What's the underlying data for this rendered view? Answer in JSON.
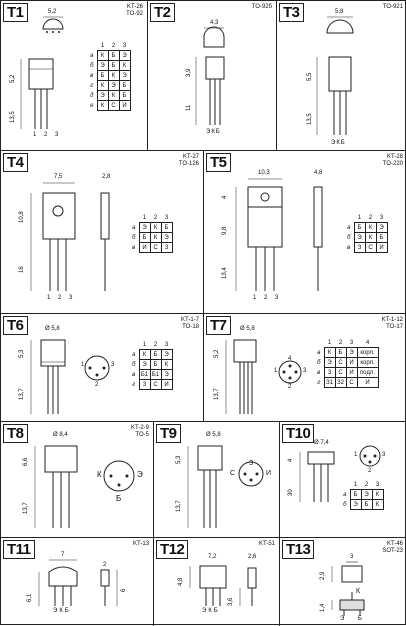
{
  "cells": {
    "t1": {
      "tag": "T1",
      "pkg1": "KT-26",
      "pkg2": "TO-92",
      "dim_w": "5,2",
      "dim_h1": "5,2",
      "dim_h2": "13,5",
      "pins": "1 2 3",
      "table": {
        "head": [
          "1",
          "2",
          "3"
        ],
        "rows": [
          [
            "а",
            "К",
            "Б",
            "Э"
          ],
          [
            "б",
            "Э",
            "Б",
            "К"
          ],
          [
            "в",
            "Б",
            "К",
            "Э"
          ],
          [
            "г",
            "К",
            "Э",
            "Б"
          ],
          [
            "д",
            "Э",
            "К",
            "Б"
          ],
          [
            "е",
            "К",
            "С",
            "И"
          ]
        ]
      }
    },
    "t2": {
      "tag": "T2",
      "pkg1": "TO-92б",
      "dim_w": "4,3",
      "dim_h1": "3,9",
      "dim_h2": "11",
      "pins": "ЭКБ"
    },
    "t3": {
      "tag": "T3",
      "pkg1": "TO-921",
      "dim_w": "5,8",
      "dim_h1": "5,5",
      "dim_h2": "13,5",
      "pins": "ЭКБ"
    },
    "t4": {
      "tag": "T4",
      "pkg1": "KT-27",
      "pkg2": "TO-126",
      "dim_w": "7,5",
      "dim_w2": "2,8",
      "dim_h1": "10,8",
      "dim_h2": "16",
      "pins": "1 2 3",
      "table": {
        "head": [
          "1",
          "2",
          "3"
        ],
        "rows": [
          [
            "а",
            "Э",
            "К",
            "Б"
          ],
          [
            "б",
            "Б",
            "К",
            "Э"
          ],
          [
            "в",
            "И",
            "С",
            "З"
          ]
        ]
      }
    },
    "t5": {
      "tag": "T5",
      "pkg1": "KT-28",
      "pkg2": "TO-220",
      "dim_w": "10,3",
      "dim_w2": "4,8",
      "dim_h1": "4",
      "dim_h2": "9,8",
      "dim_h3": "13,4",
      "pins": "1 2 3",
      "table": {
        "head": [
          "1",
          "2",
          "3"
        ],
        "rows": [
          [
            "а",
            "Б",
            "К",
            "Э"
          ],
          [
            "б",
            "Э",
            "К",
            "Б"
          ],
          [
            "в",
            "З",
            "С",
            "И"
          ]
        ]
      }
    },
    "t6": {
      "tag": "T6",
      "pkg1": "KT-1-7",
      "pkg2": "TO-18",
      "dim_w": "Ø 5,8",
      "dim_h1": "5,3",
      "dim_h2": "13,7",
      "dot1": "1",
      "dot2": "2",
      "dot3": "3",
      "table": {
        "head": [
          "1",
          "2",
          "3"
        ],
        "rows": [
          [
            "а",
            "К",
            "Б",
            "Э"
          ],
          [
            "б",
            "Э",
            "Б",
            "К"
          ],
          [
            "в",
            "Б1",
            "Б1",
            "Э"
          ],
          [
            "г",
            "З",
            "С",
            "И"
          ]
        ]
      }
    },
    "t7": {
      "tag": "T7",
      "pkg1": "KT-1-12",
      "pkg2": "TO-17",
      "dim_w": "Ø 5,8",
      "dim_h1": "5,2",
      "dim_h2": "13,7",
      "dot1": "1",
      "dot2": "2",
      "dot3": "3",
      "dot4": "4",
      "table": {
        "head": [
          "1",
          "2",
          "3",
          "4"
        ],
        "rows": [
          [
            "а",
            "К",
            "Б",
            "Э",
            "корп."
          ],
          [
            "б",
            "Э",
            "С",
            "И",
            "корп."
          ],
          [
            "в",
            "З",
            "С",
            "И",
            "подл."
          ],
          [
            "г",
            "З1",
            "З2",
            "С",
            "И"
          ]
        ]
      }
    },
    "t8": {
      "tag": "T8",
      "pkg1": "KT-2-9",
      "pkg2": "TO-5",
      "dim_w": "Ø 8,4",
      "dim_h1": "6,6",
      "dim_h2": "13,7",
      "lk": "К",
      "le": "Э",
      "lb": "Б"
    },
    "t9": {
      "tag": "T9",
      "dim_w": "Ø 5,8",
      "dim_h1": "5,3",
      "dim_h2": "13,7",
      "ls": "С",
      "li": "И",
      "lz": "З"
    },
    "t10": {
      "tag": "T10",
      "dim_w": "Ø 7,4",
      "dim_h1": "4",
      "dim_h2": "30",
      "dot1": "1",
      "dot2": "2",
      "dot3": "3",
      "table": {
        "head": [
          "1",
          "2",
          "3"
        ],
        "rows": [
          [
            "а",
            "Б",
            "Э",
            "К"
          ],
          [
            "б",
            "Э",
            "Б",
            "К"
          ]
        ]
      }
    },
    "t11": {
      "tag": "T11",
      "pkg1": "KT-13",
      "dim_w": "7",
      "dim_h1": "6,1",
      "dim_h2": "6",
      "dim_w2": "2",
      "pins": "ЭКБ"
    },
    "t12": {
      "tag": "T12",
      "pkg1": "KT-51",
      "dim_w": "7,2",
      "dim_w2": "2,6",
      "dim_h1": "4,8",
      "dim_h2": "3,6",
      "pins": "ЭКБ"
    },
    "t13": {
      "tag": "T13",
      "pkg1": "KT-46",
      "pkg2": "SOT-23",
      "dim_h1": "2,9",
      "dim_h2": "1,4",
      "dim_w": "3",
      "lk": "К",
      "pins": "Э Б"
    }
  }
}
